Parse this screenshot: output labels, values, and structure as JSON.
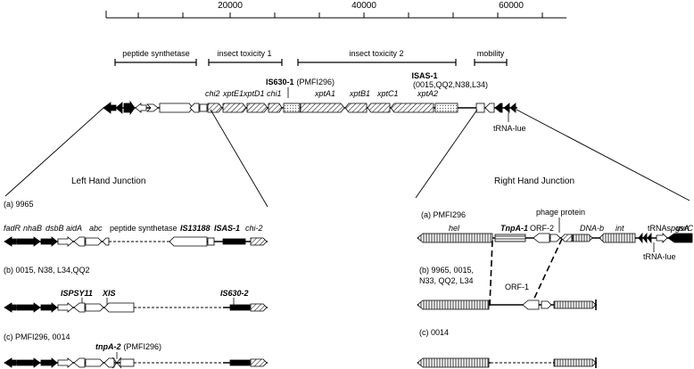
{
  "scale": {
    "tick_labels": [
      "20000",
      "40000",
      "60000"
    ]
  },
  "regions": {
    "peptide_synthetase": "peptide synthetase",
    "insect_toxicity_1": "insect toxicity 1",
    "insect_toxicity_2": "insect toxicity 2",
    "mobility": "mobility"
  },
  "main_map": {
    "is630_name": "IS630-1",
    "is630_strain": "(PMFI296)",
    "isas_name": "ISAS-1",
    "isas_strains": "(0015,QQ2,N38,L34)",
    "gene_labels": [
      "chi2",
      "xptE1",
      "xptD1",
      "chi1",
      "xptA1",
      "xptB1",
      "xptC1",
      "xptA2"
    ],
    "trna_label": "tRNA-lue"
  },
  "left_junction": {
    "title": "Left Hand Junction",
    "strain_a": "(a) 9965",
    "genes_a": [
      "fadR",
      "nhaB",
      "dsbB",
      "aidA",
      "abc",
      "peptide synthetase",
      "IS13188",
      "ISAS-1",
      "chi-2"
    ],
    "strain_b": "(b) 0015, N38, L34,QQ2",
    "genes_b": [
      "ISPSY11",
      "XIS",
      "IS630-2"
    ],
    "strain_c": "(c) PMFI296, 0014",
    "genes_c": [
      "tnpA-2",
      "(PMFI296)"
    ]
  },
  "right_junction": {
    "title": "Right Hand Junction",
    "strain_a": "(a)  PMFI296",
    "genes_a": [
      "hel",
      "TnpA-1",
      "ORF-2",
      "phage protein",
      "DNA-b",
      "int",
      "tRNAs",
      "pgsA",
      "uvrC",
      "tRNA-lue"
    ],
    "strain_b_line1": "(b) 9965, 0015,",
    "strain_b_line2": "N33, QQ2, L34",
    "genes_b": [
      "ORF-1"
    ],
    "strain_c": "(c) 0014"
  }
}
